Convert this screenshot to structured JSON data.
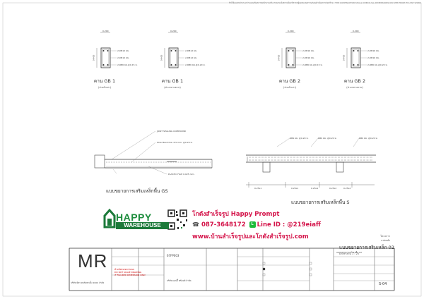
{
  "header_note": "ถ้ามีข้อแตกต่างระหว่างแบบกับสภาพหน้างานจริง กรุณาแจ้งสถาปนิก/วิศวกรผู้ออกแบบทราบก่อนดำเนินการก่อสร้าง / THE CONTRACTOR SHALL CHECK ALL DIMENSIONS ON SITE PRIOR TO ANY WORK",
  "beams": [
    {
      "title": "คาน GB 1",
      "subtitle": "(ช่วงตัวเสา)",
      "width": "0.200",
      "depth": "0.400",
      "r1": "2-DB12 มม.",
      "r2": "2-DB12 มม.",
      "stir": "2-RB6 มม.@0.15 ม."
    },
    {
      "title": "คาน GB 1",
      "subtitle": "(ช่วงกลางคาน)",
      "width": "0.200",
      "depth": "0.400",
      "r1": "2-DB12 มม.",
      "r2": "2-DB12 มม.",
      "stir": "2-RB6 มม.@0.20 ม."
    },
    {
      "title": "คาน GB 2",
      "subtitle": "(ช่วงตัวเสา)",
      "width": "0.200",
      "depth": "0.400",
      "r1": "2-DB16 มม.",
      "r2": "2-DB16 มม.",
      "stir": "2-RB6 มม.@0.15 ม."
    },
    {
      "title": "คาน GB 2",
      "subtitle": "(ช่วงกลางคาน)",
      "width": "0.200",
      "depth": "0.400",
      "r1": "2-DB16 มม.",
      "r2": "2-DB16 มม.",
      "stir": "2-RB6 มม.@0.20 ม."
    }
  ],
  "details": {
    "left_title": "แบบขยายการเสริมเหล็กพื้น GS",
    "right_title": "แบบขยายการเสริมเหล็กพื้น S",
    "joint": "JOINT SEALING COMPOUND",
    "mesh": "Wire Mesh Dia. 6.5 mm. @0.20 ม.",
    "plastic": "PLASTIC FILM 0.025 mm.",
    "right_bar1": "RB9 มม. @0.20 ม.",
    "right_bar2": "RB9 มม. @0.20 ม.",
    "right_bar3": "RB9 มม. @0.20 ม.",
    "dim1": "0.25L1",
    "dim2": "0.25L1",
    "dim3": "0.25L1",
    "dim4": "0.25L2",
    "dim5": "0.25L2"
  },
  "brand": {
    "happy": "HAPPY",
    "warehouse": "WAREHOUSE",
    "line1": "โกดังสำเร็จรูป Happy Prompt",
    "phone": "087-3648172",
    "line_id": "Line ID : @219eiaff",
    "website": "www.บ้านสำเร็จรูปและโกดังสำเร็จรูป.com",
    "phone_icon": "phone-icon",
    "line_icon": "line-icon"
  },
  "sheet_title": {
    "small1": "โครงการ",
    "small2": "แปลนผัง",
    "big": "แบบขยายการเสริมเหล็ก 02",
    "sub": "มาตราส่วน 1 : 25"
  },
  "title_block": {
    "logo": "MR",
    "company": "บริษัท มิตร ทอรัมพาเนิ้ง 2000 จำกัด",
    "project_code": "67FP003",
    "sheet_name": "แบบขยายการเสริมเหล็ก 02",
    "sheet_no": "S-04",
    "note1": "ห้ามวัดขนาดจากแบบ",
    "note2": "DO NOT SCALE DRAWING",
    "note3": "IF FIGURED DIMENSION ONLY",
    "owner": "บริษัท แฮปปี้ พร้อมพ์ จำกัด"
  }
}
